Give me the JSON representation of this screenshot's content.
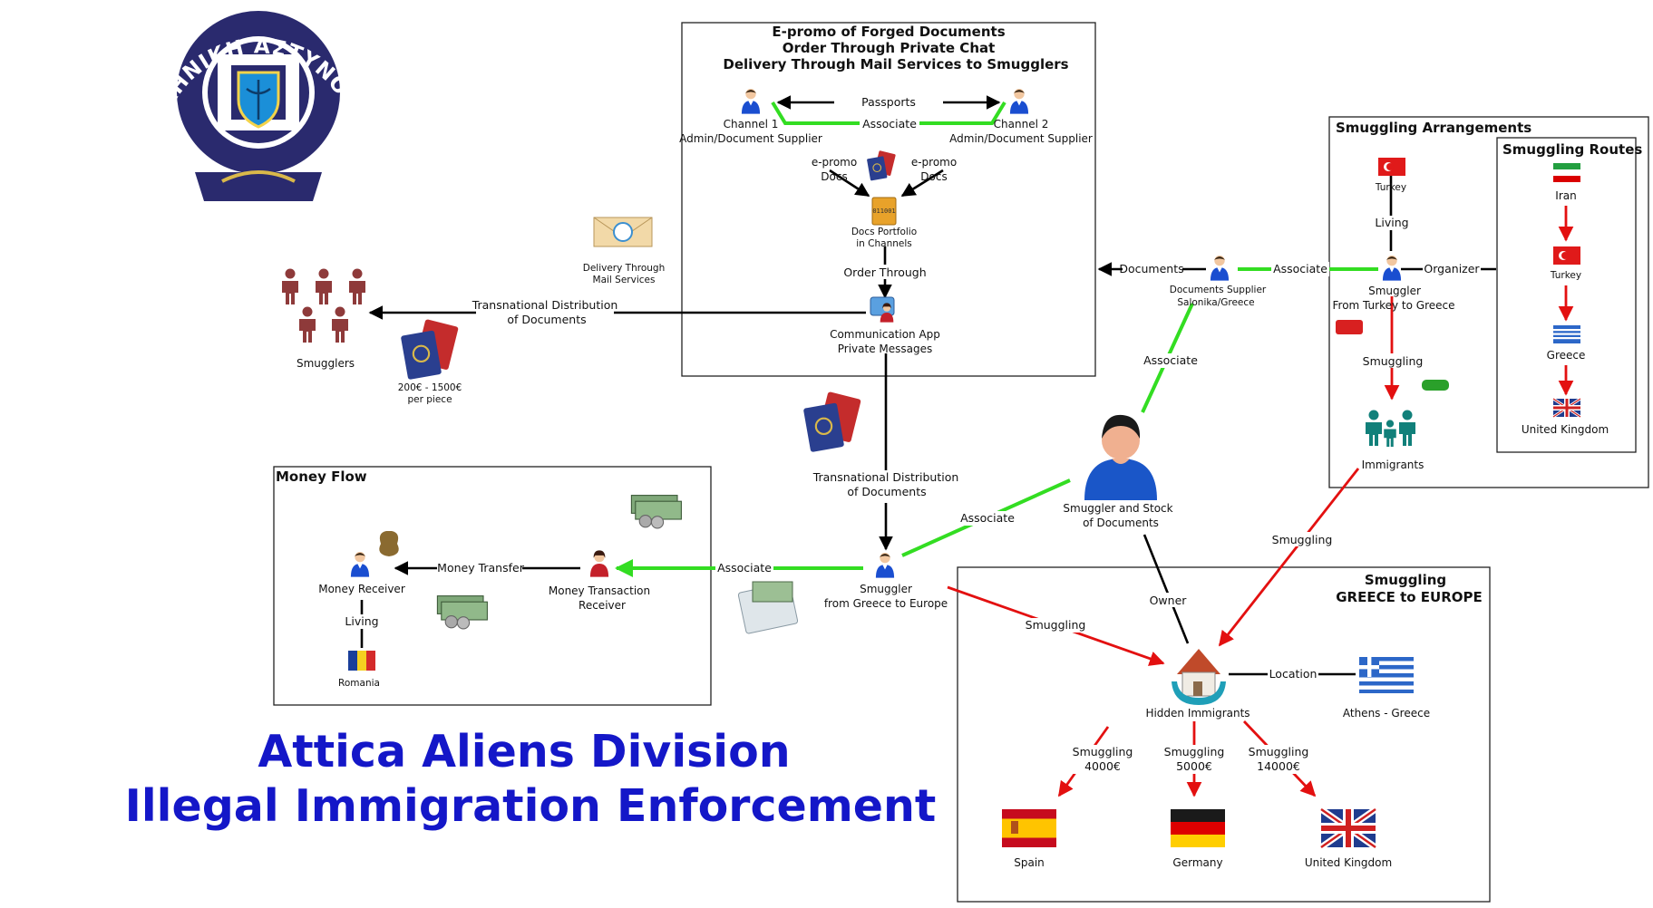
{
  "logo": {
    "text": "ΕΛΛΗΝΙΚΗ ΑΣΤΥΝΟΜΙΑ"
  },
  "headline": {
    "line1": "Attica Aliens Division",
    "line2": "Illegal Immigration Enforcement"
  },
  "epromo_box": {
    "title_line1": "E-promo of Forged Documents",
    "title_line2": "Order Through Private Chat",
    "title_line3": "Delivery Through Mail Services to Smugglers",
    "channel1_line1": "Channel 1",
    "channel1_line2": "Admin/Document Supplier",
    "channel2_line1": "Channel 2",
    "channel2_line2": "Admin/Document Supplier",
    "passports": "Passports",
    "associate": "Associate",
    "epromo_left_1": "e-promo",
    "epromo_left_2": "Docs",
    "epromo_right_1": "e-promo",
    "epromo_right_2": "Docs",
    "portfolio_icon_text": "011001",
    "portfolio_line1": "Docs Portfolio",
    "portfolio_line2": "in Channels",
    "order_through": "Order Through",
    "app_line1": "Communication App",
    "app_line2": "Private Messages"
  },
  "left_side": {
    "delivery_line1": "Delivery Through",
    "delivery_line2": "Mail Services",
    "transnational_line1": "Transnational Distribution",
    "transnational_line2": "of Documents",
    "smugglers": "Smugglers",
    "price_line1": "200€ - 1500€",
    "price_line2": "per piece"
  },
  "center": {
    "transnational_line1": "Transnational Distribution",
    "transnational_line2": "of Documents",
    "smuggler_line1": "Smuggler",
    "smuggler_line2": "from Greece to Europe",
    "associate_left": "Associate",
    "associate_right": "Associate",
    "stock_line1": "Smuggler and Stock",
    "stock_line2": "of Documents",
    "associate_upper": "Associate",
    "owner": "Owner",
    "smuggling_left": "Smuggling",
    "smuggling_right": "Smuggling"
  },
  "documents_supplier": {
    "documents": "Documents",
    "line1": "Documents Supplier",
    "line2": "Salonika/Greece",
    "associate": "Associate"
  },
  "money_flow": {
    "title": "Money Flow",
    "receiver": "Money Receiver",
    "money_transfer": "Money Transfer",
    "transaction_line1": "Money Transaction",
    "transaction_line2": "Receiver",
    "living": "Living",
    "romania": "Romania"
  },
  "arrangements": {
    "title": "Smuggling Arrangements",
    "turkey": "Turkey",
    "living": "Living",
    "organizer": "Organizer",
    "smuggler_line1": "Smuggler",
    "smuggler_line2": "From Turkey to Greece",
    "smuggling": "Smuggling",
    "immigrants": "Immigrants",
    "routes_title": "Smuggling Routes",
    "routes": [
      "Iran",
      "Turkey",
      "Greece",
      "United Kingdom"
    ]
  },
  "greece_europe": {
    "title_line1": "Smuggling",
    "title_line2": "GREECE to EUROPE",
    "hidden": "Hidden Immigrants",
    "location": "Location",
    "athens": "Athens - Greece",
    "route_spain_line1": "Smuggling",
    "route_spain_line2": "4000€",
    "route_germany_line1": "Smuggling",
    "route_germany_line2": "5000€",
    "route_uk_line1": "Smuggling",
    "route_uk_line2": "14000€",
    "spain": "Spain",
    "germany": "Germany",
    "uk": "United Kingdom"
  },
  "colors": {
    "headline": "#1417c8",
    "associate_link": "#33dd22",
    "smuggling_link": "#e31010",
    "logo_navy": "#2a2a6e"
  }
}
